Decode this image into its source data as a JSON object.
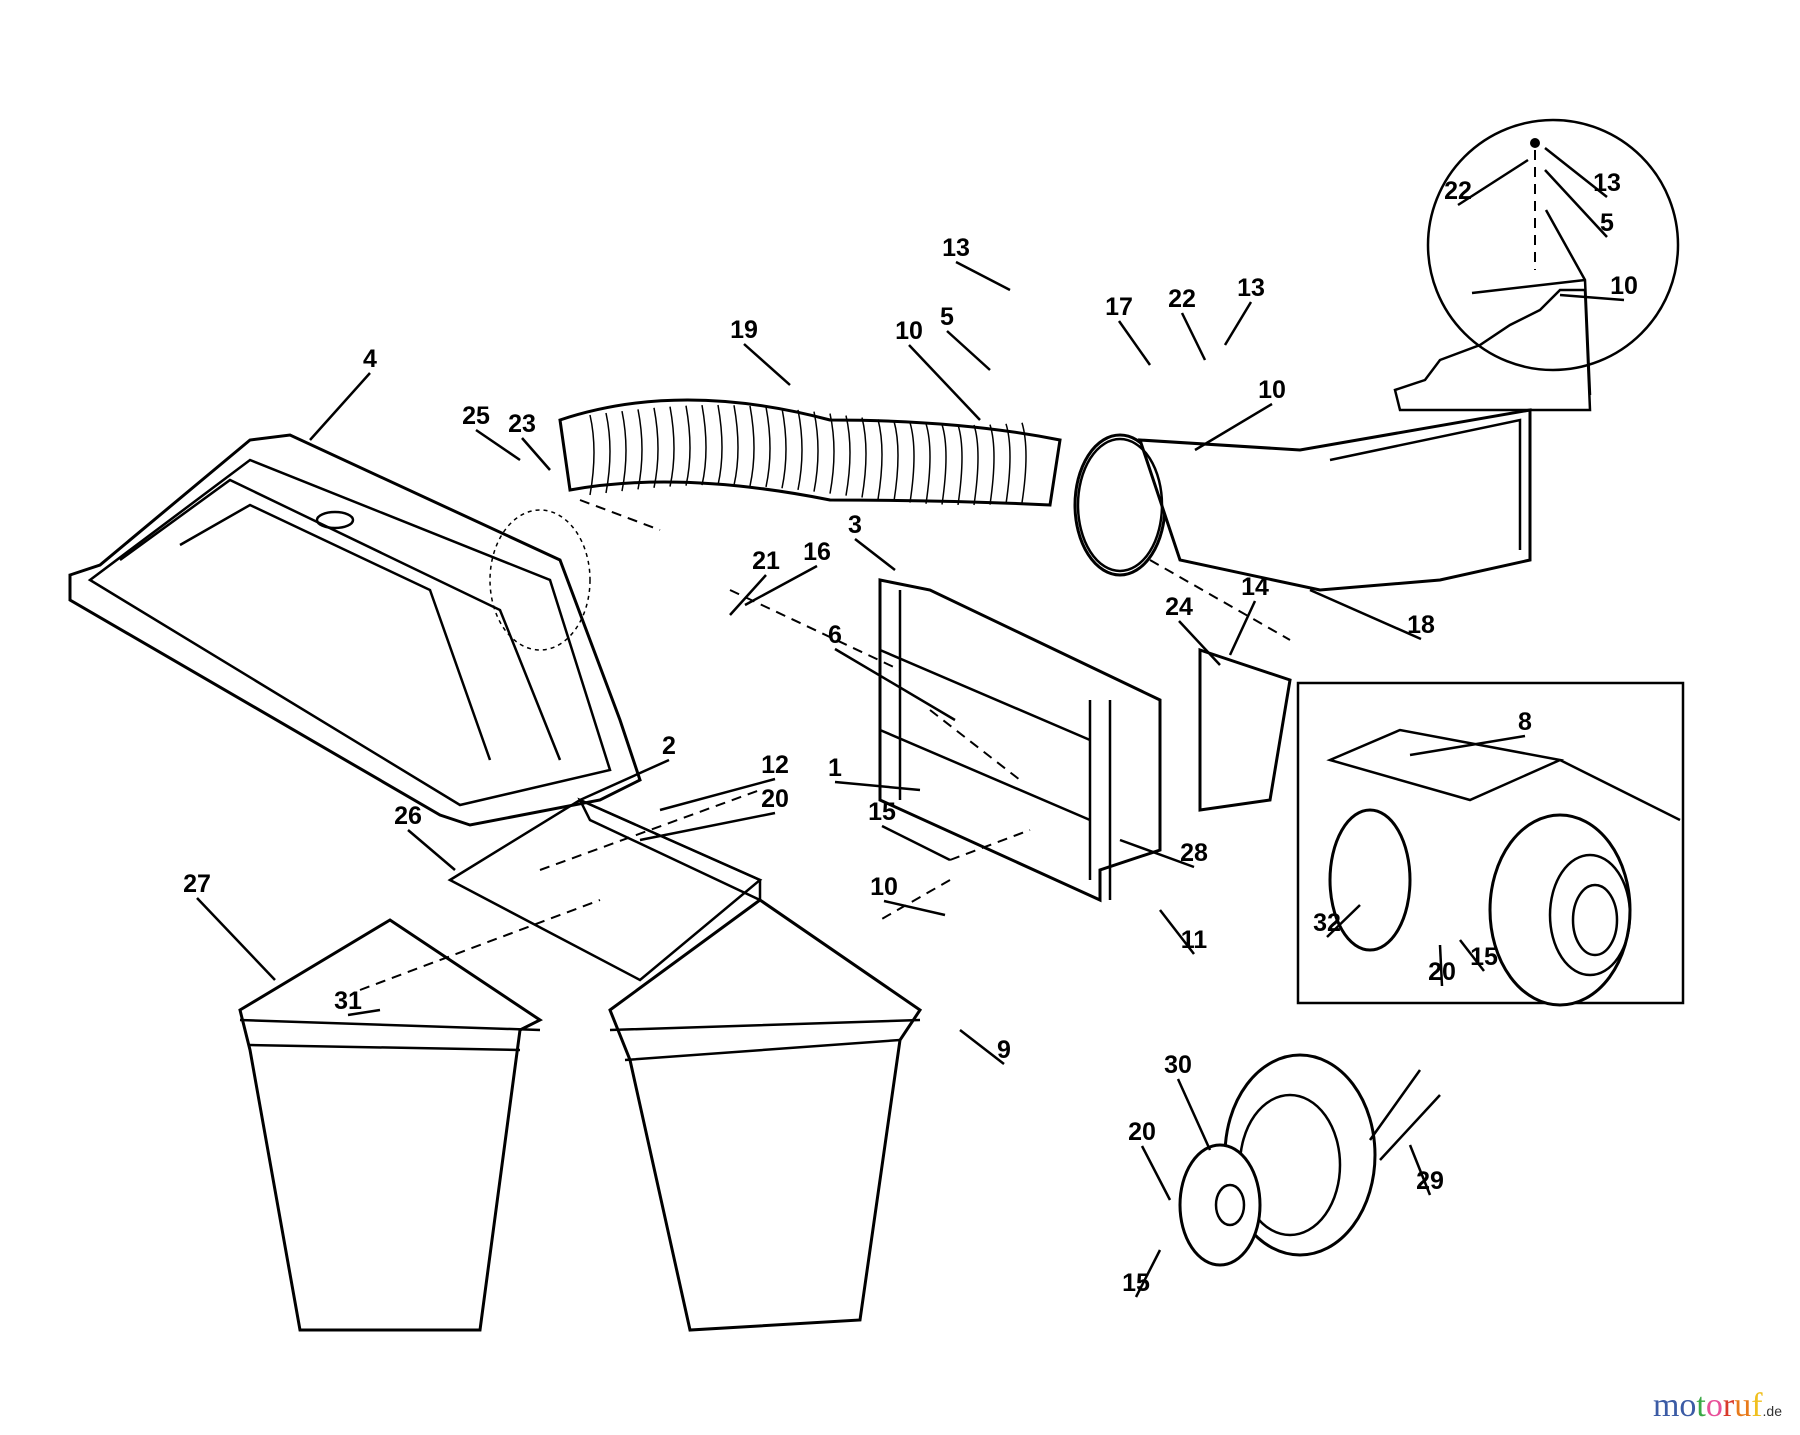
{
  "diagram": {
    "type": "exploded parts diagram",
    "callouts": [
      "13",
      "5",
      "19",
      "10",
      "4",
      "25",
      "23",
      "17",
      "22",
      "13",
      "10",
      "22",
      "13",
      "5",
      "10",
      "3",
      "21",
      "16",
      "6",
      "24",
      "14",
      "18",
      "8",
      "2",
      "12",
      "20",
      "1",
      "26",
      "15",
      "28",
      "27",
      "10",
      "11",
      "32",
      "20",
      "15",
      "31",
      "9",
      "30",
      "20",
      "29",
      "15"
    ]
  },
  "watermark": {
    "letters": [
      "m",
      "o",
      "t",
      "o",
      "r",
      "u",
      "f"
    ],
    "colors": [
      "#3b5ba5",
      "#3b5ba5",
      "#3aa845",
      "#e8509a",
      "#d83a2a",
      "#e87a1a",
      "#f0c020"
    ],
    "suffix": ".de"
  }
}
